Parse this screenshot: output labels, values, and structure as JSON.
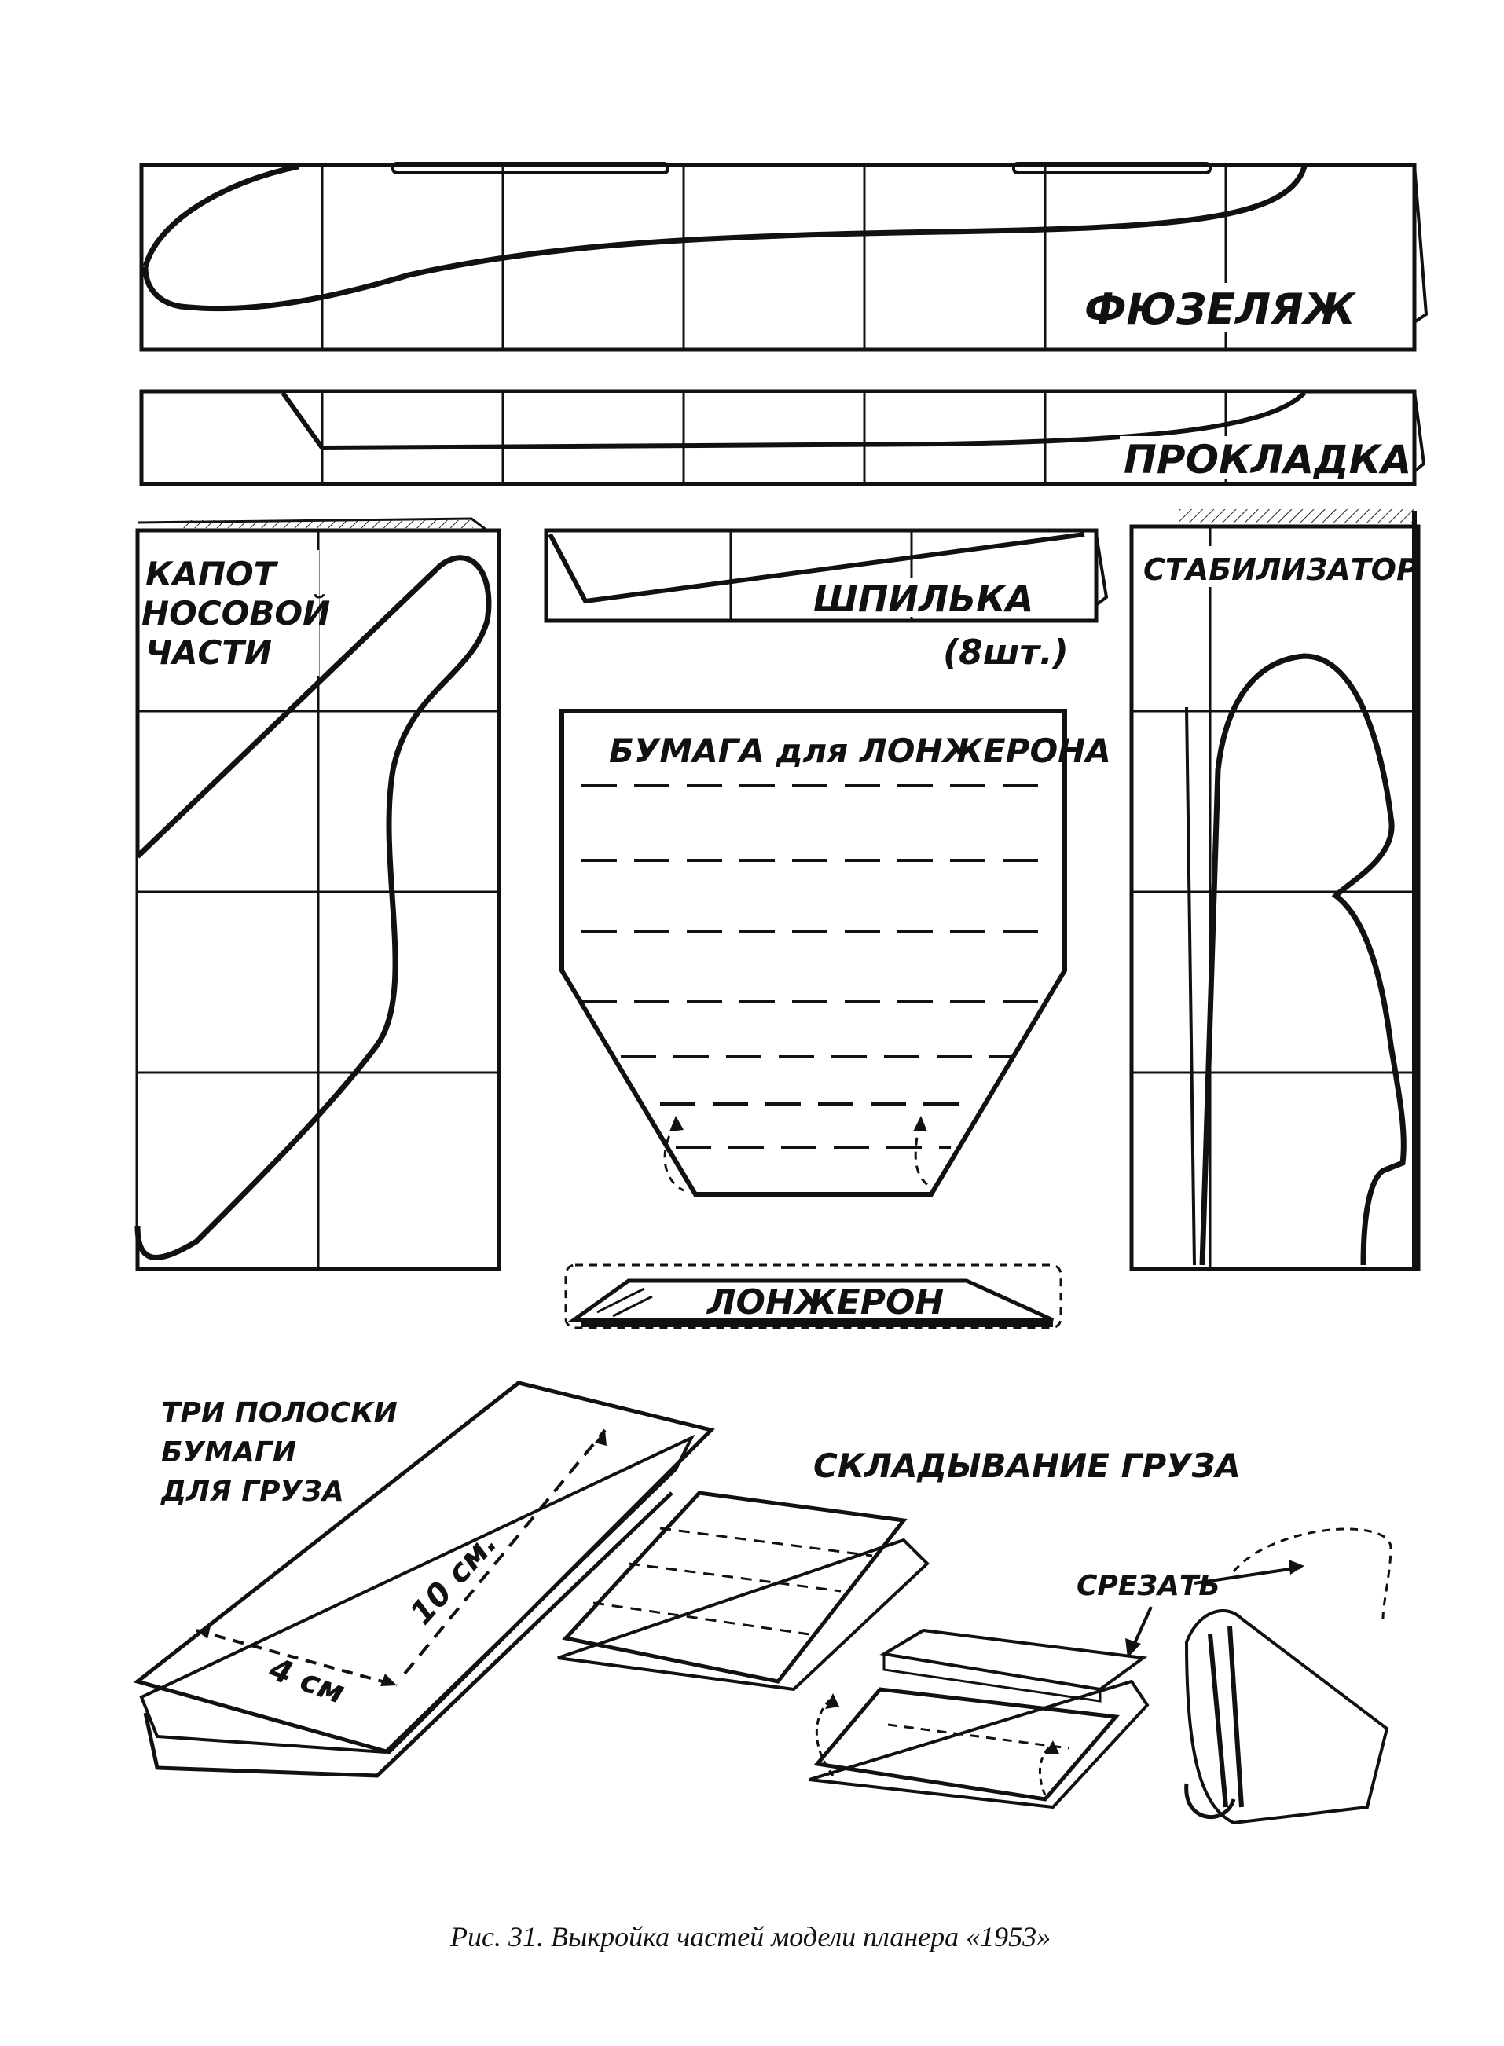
{
  "figure": {
    "caption": "Рис. 31. Выкройка частей модели планера «1953»",
    "patterns": {
      "fuselage": "ФЮЗЕЛЯЖ",
      "spacer": "ПРОКЛАДКА",
      "nose_cowl": [
        "КАПОТ",
        "НОСОВОЙ",
        "ЧАСТИ"
      ],
      "pin": "ШПИЛЬКА",
      "pin_count": "(8шт.)",
      "spar_paper": "БУМАГА для ЛОНЖЕРОНА",
      "stabilizer": "СТАБИЛИЗАТОР",
      "spar": "ЛОНЖЕРОН"
    },
    "weight": {
      "strips": [
        "ТРИ ПОЛОСКИ",
        "БУМАГИ",
        "ДЛЯ ГРУЗА"
      ],
      "folding": "СКЛАДЫВАНИЕ ГРУЗА",
      "length": "10 см.",
      "width": "4 см",
      "cut": "СРЕЗАТЬ"
    }
  }
}
